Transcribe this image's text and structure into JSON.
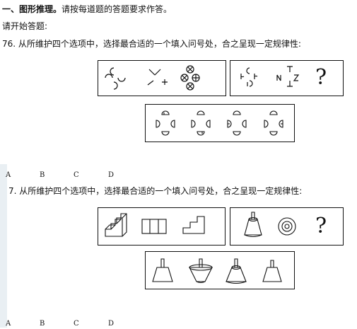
{
  "section": {
    "heading": "一、图形推理。",
    "instruction": "请按每道题的答题要求作答。"
  },
  "start_note": "请开始答题:",
  "questions": [
    {
      "number": "76.",
      "prompt": "从所维护四个选项中，选择最合适的一个填入问号处，合之呈现一定规律性:",
      "question_mark": "?",
      "options": [
        "A",
        "B",
        "C",
        "D"
      ]
    },
    {
      "number": "7.",
      "prompt": "从所维护四个选项中，选择最合适的一个填入问号处，合之呈现一定规律性:",
      "question_mark": "?",
      "options": [
        "A",
        "B",
        "C",
        "D"
      ]
    }
  ]
}
